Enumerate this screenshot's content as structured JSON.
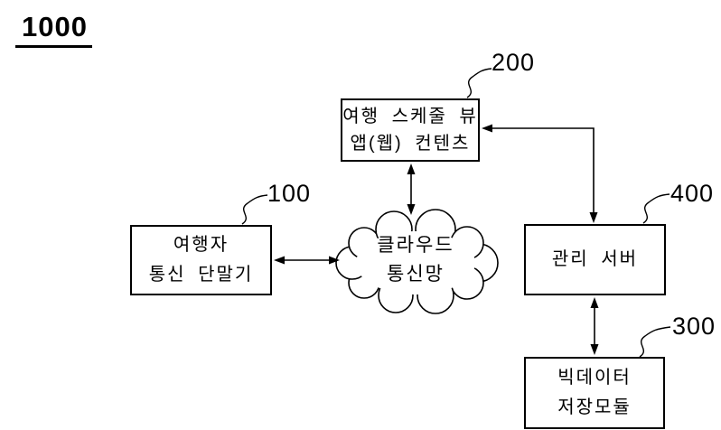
{
  "figure": {
    "number": "1000",
    "description": "Block diagram of a travel schedule system"
  },
  "colors": {
    "ink": "#000000",
    "background": "#ffffff"
  },
  "nodes": {
    "app_content": {
      "ref": "200",
      "line1": "여행 스케줄 뷰",
      "line2": "앱(웹) 컨텐츠"
    },
    "traveler_terminal": {
      "ref": "100",
      "line1": "여행자",
      "line2": "통신 단말기"
    },
    "cloud_network": {
      "line1": "클라우드",
      "line2": "통신망"
    },
    "management_server": {
      "ref": "400",
      "line1": "관리 서버"
    },
    "bigdata_module": {
      "ref": "300",
      "line1": "빅데이터",
      "line2": "저장모듈"
    }
  },
  "edges": [
    {
      "from": "app_content",
      "to": "cloud_network",
      "type": "bidirectional",
      "route": "straight-vertical"
    },
    {
      "from": "traveler_terminal",
      "to": "cloud_network",
      "type": "bidirectional",
      "route": "straight-horizontal"
    },
    {
      "from": "management_server",
      "to": "app_content",
      "type": "bidirectional",
      "route": "elbow"
    },
    {
      "from": "management_server",
      "to": "bigdata_module",
      "type": "bidirectional",
      "route": "straight-vertical"
    }
  ]
}
